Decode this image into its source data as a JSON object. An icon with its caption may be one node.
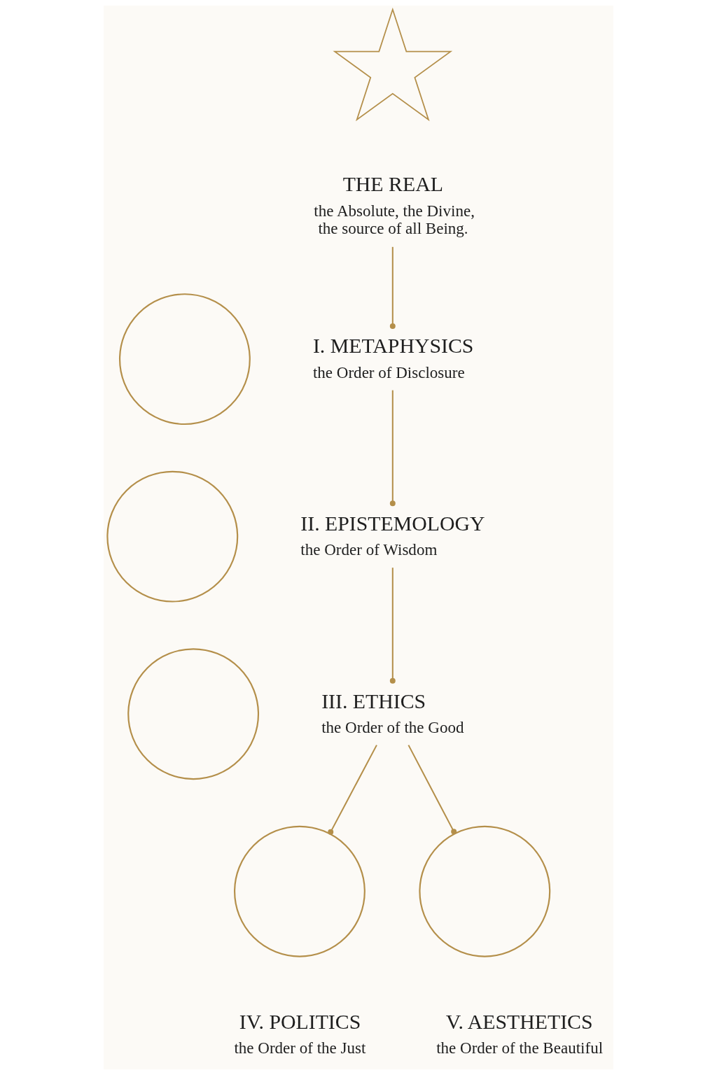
{
  "diagram": {
    "nodes": [
      {
        "text": [],
        "shape": "picture"
      },
      {
        "text": [
          "THE REAL",
          "the Absolute, the Divine, the source of all Being."
        ]
      },
      {
        "text": [],
        "shape": "circle"
      },
      {
        "text": [
          "I. METAPHYSICS",
          "the Order of Disclosure"
        ]
      },
      {
        "text": [],
        "shape": "circle"
      },
      {
        "text": [
          "II. EPISTEMOLOGY",
          "the Order of Wisdom"
        ]
      },
      {
        "text": [],
        "shape": "circle"
      },
      {
        "text": [
          "III. ETHICS",
          "the Order of the Good"
        ]
      },
      {
        "text": [],
        "shape": "circle"
      },
      {
        "text": [],
        "shape": "circle"
      },
      {
        "text": [
          "IV. POLITICS",
          "the Order of the Just"
        ]
      },
      {
        "text": [
          "V. AESTHETICS",
          "the Order of the Beautiful"
        ]
      }
    ],
    "edges": [
      {
        "from": 1,
        "to": 3,
        "arrow": "other"
      },
      {
        "from": 3,
        "to": 5,
        "arrow": "other"
      },
      {
        "from": 5,
        "to": 7,
        "arrow": "other"
      },
      {
        "from": 7,
        "to": 8,
        "arrow": "other"
      },
      {
        "from": 7,
        "to": 9,
        "arrow": "other"
      }
    ]
  }
}
